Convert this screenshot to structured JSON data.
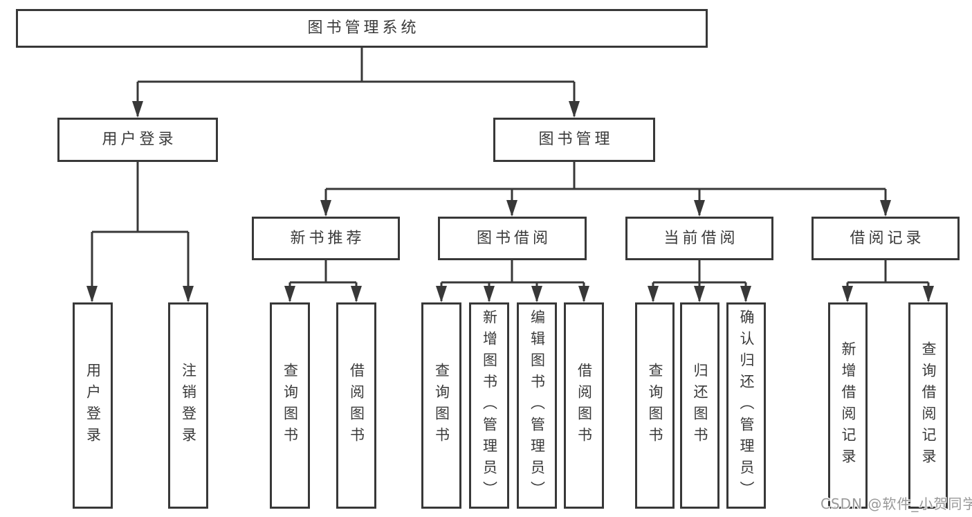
{
  "title": "图书管理系统",
  "watermark": {
    "text": "CSDN @软件_小贺同学"
  },
  "colors": {
    "line": "#383838",
    "text": "#3a3a3a",
    "watermark": "#989898",
    "background": "#ffffff"
  },
  "nodes": {
    "root": {
      "label": "图书管理系统"
    },
    "user_login": {
      "label": "用户登录"
    },
    "book_mgmt": {
      "label": "图书管理"
    },
    "new_book_rec": {
      "label": "新书推荐"
    },
    "book_borrow": {
      "label": "图书借阅"
    },
    "current_borrow": {
      "label": "当前借阅"
    },
    "borrow_record": {
      "label": "借阅记录"
    },
    "leaf_user_login": {
      "label": "用户登录"
    },
    "leaf_logout": {
      "label": "注销登录"
    },
    "leaf_nbr_query_book": {
      "label": "查询图书"
    },
    "leaf_nbr_borrow_book": {
      "label": "借阅图书"
    },
    "leaf_bb_query_book": {
      "label": "查询图书"
    },
    "leaf_bb_add_book": {
      "label": "新增图书（管理员）"
    },
    "leaf_bb_edit_book": {
      "label": "编辑图书（管理员）"
    },
    "leaf_bb_borrow_book": {
      "label": "借阅图书"
    },
    "leaf_cb_query_book": {
      "label": "查询图书"
    },
    "leaf_cb_return_book": {
      "label": "归还图书"
    },
    "leaf_cb_confirm_return": {
      "label": "确认归还（管理员）"
    },
    "leaf_br_add_record": {
      "label": "新增借阅记录"
    },
    "leaf_br_query_record": {
      "label": "查询借阅记录"
    }
  },
  "hierarchy": {
    "root": "图书管理系统",
    "children": [
      {
        "label": "用户登录",
        "children": [
          "用户登录",
          "注销登录"
        ]
      },
      {
        "label": "图书管理",
        "children": [
          {
            "label": "新书推荐",
            "children": [
              "查询图书",
              "借阅图书"
            ]
          },
          {
            "label": "图书借阅",
            "children": [
              "查询图书",
              "新增图书（管理员）",
              "编辑图书（管理员）",
              "借阅图书"
            ]
          },
          {
            "label": "当前借阅",
            "children": [
              "查询图书",
              "归还图书",
              "确认归还（管理员）"
            ]
          },
          {
            "label": "借阅记录",
            "children": [
              "新增借阅记录",
              "查询借阅记录"
            ]
          }
        ]
      }
    ]
  }
}
